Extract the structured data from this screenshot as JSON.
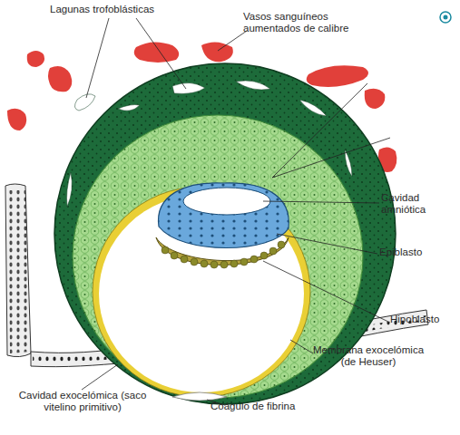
{
  "diagram": {
    "labels": [
      "Lagunas trofoblásticas",
      "Vasos sanguíneos aumentados de calibre",
      "Cavidad amniótica",
      "Epiblasto",
      "Hipoblasto",
      "Membrana exocelómica (de Heuser)",
      "Cavidad exocelómica (saco vitelino primitivo)",
      "Coágulo de fibrina"
    ]
  }
}
